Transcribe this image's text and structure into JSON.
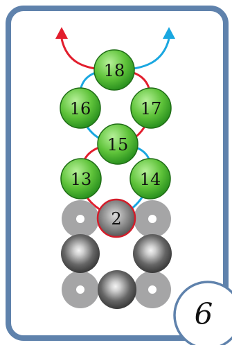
{
  "colors": {
    "card_border": "#5f82ac",
    "card_fill": "#ffffff",
    "red_thread": "#e21e2d",
    "blue_thread": "#1aa7e0",
    "green_bead_light": "#9ee37c",
    "green_bead_dark": "#2f9e22",
    "green_bead_stroke": "#1f6d16",
    "grey_bead": "#a5a5a6",
    "grey_bead_hole": "#ffffff",
    "dark_bead_light": "#f0f0f0",
    "dark_bead_dark": "#262626",
    "label_text": "#111111"
  },
  "diagram": {
    "step_number": "6",
    "green_beads": [
      {
        "label": "18"
      },
      {
        "label": "16"
      },
      {
        "label": "17"
      },
      {
        "label": "15"
      },
      {
        "label": "13"
      },
      {
        "label": "14"
      }
    ],
    "highlighted_bead": {
      "label": "2"
    },
    "grey_beads": [
      {
        "name": "grey-bead-top-left"
      },
      {
        "name": "grey-bead-top-right"
      },
      {
        "name": "grey-bead-bottom-left"
      },
      {
        "name": "grey-bead-bottom-right"
      }
    ],
    "dark_beads": [
      {
        "name": "dark-bead-middle-left"
      },
      {
        "name": "dark-bead-middle-right"
      },
      {
        "name": "dark-bead-bottom-center"
      }
    ],
    "thread_exits": [
      {
        "color": "red",
        "icon": "red-arrow-icon"
      },
      {
        "color": "blue",
        "icon": "blue-arrow-icon"
      }
    ]
  }
}
